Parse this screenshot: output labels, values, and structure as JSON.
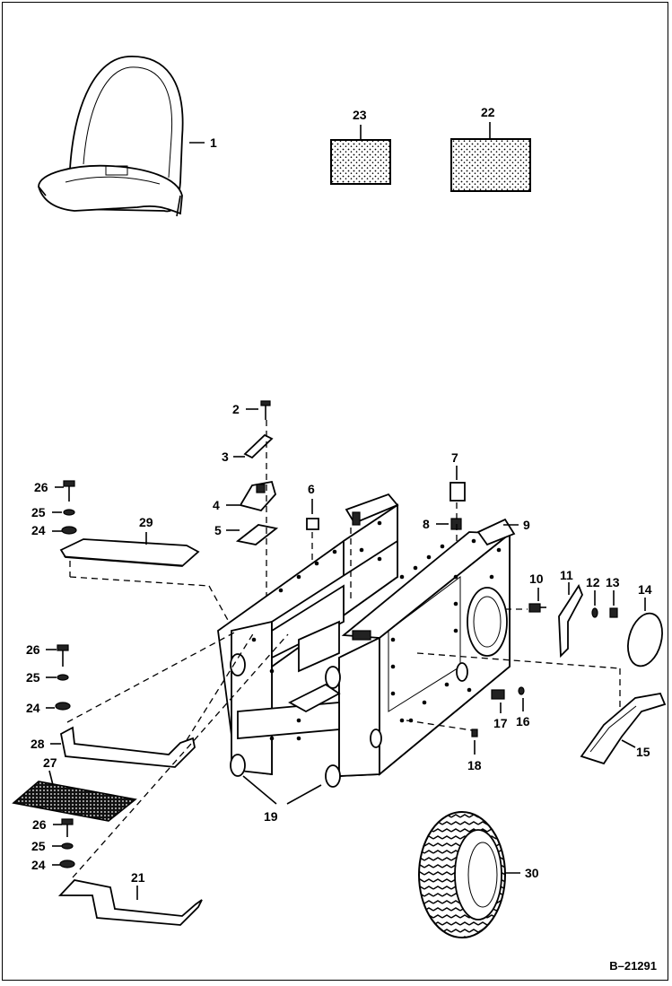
{
  "diagram": {
    "drawing_code": "B–21291",
    "callouts": [
      {
        "id": "c1",
        "text": "1"
      },
      {
        "id": "c2",
        "text": "2"
      },
      {
        "id": "c3",
        "text": "3"
      },
      {
        "id": "c4",
        "text": "4"
      },
      {
        "id": "c5",
        "text": "5"
      },
      {
        "id": "c6",
        "text": "6"
      },
      {
        "id": "c7",
        "text": "7"
      },
      {
        "id": "c8",
        "text": "8"
      },
      {
        "id": "c9",
        "text": "9"
      },
      {
        "id": "c10",
        "text": "10"
      },
      {
        "id": "c11",
        "text": "11"
      },
      {
        "id": "c12",
        "text": "12"
      },
      {
        "id": "c13",
        "text": "13"
      },
      {
        "id": "c14",
        "text": "14"
      },
      {
        "id": "c15",
        "text": "15"
      },
      {
        "id": "c16",
        "text": "16"
      },
      {
        "id": "c17",
        "text": "17"
      },
      {
        "id": "c18",
        "text": "18"
      },
      {
        "id": "c19",
        "text": "19"
      },
      {
        "id": "c21",
        "text": "21"
      },
      {
        "id": "c22",
        "text": "22"
      },
      {
        "id": "c23",
        "text": "23"
      },
      {
        "id": "c24a",
        "text": "24"
      },
      {
        "id": "c24b",
        "text": "24"
      },
      {
        "id": "c24c",
        "text": "24"
      },
      {
        "id": "c25a",
        "text": "25"
      },
      {
        "id": "c25b",
        "text": "25"
      },
      {
        "id": "c25c",
        "text": "25"
      },
      {
        "id": "c26a",
        "text": "26"
      },
      {
        "id": "c26b",
        "text": "26"
      },
      {
        "id": "c26c",
        "text": "26"
      },
      {
        "id": "c27",
        "text": "27"
      },
      {
        "id": "c28",
        "text": "28"
      },
      {
        "id": "c29",
        "text": "29"
      },
      {
        "id": "c30",
        "text": "30"
      }
    ]
  }
}
